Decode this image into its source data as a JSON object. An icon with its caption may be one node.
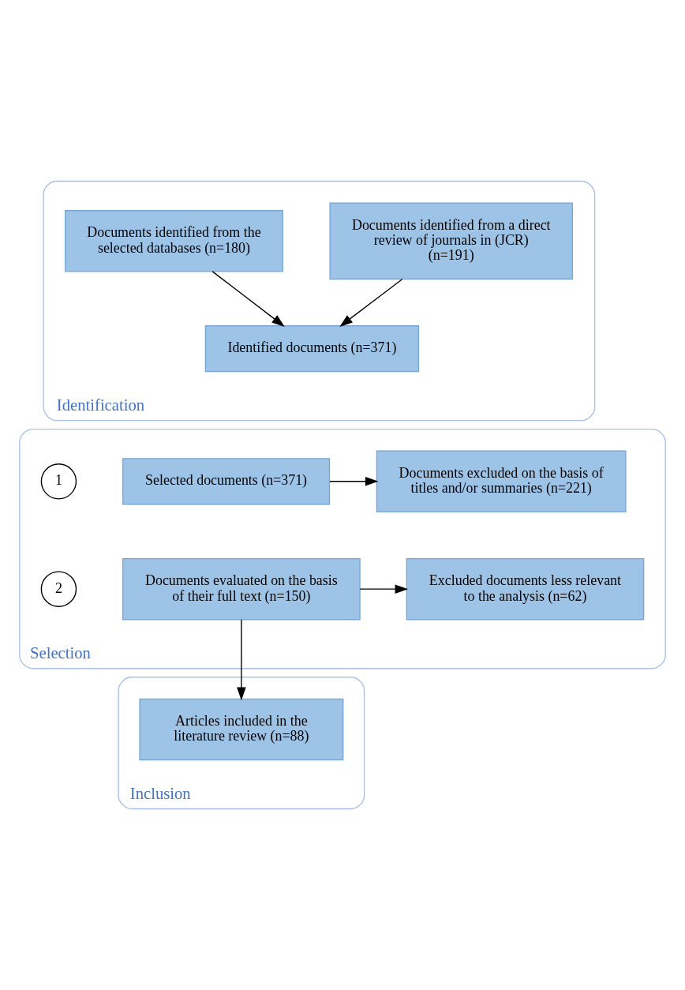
{
  "diagram": {
    "nodes": [
      {
        "text": [
          "Identification"
        ]
      },
      {
        "text": [
          "Documents identified from the selected databases (n=180)"
        ],
        "in": 0
      },
      {
        "text": [
          "Documents identified from a direct review of journals in (JCR) (n=191)"
        ],
        "in": 0
      },
      {
        "text": [
          "Identified documents (n=371)"
        ],
        "in": 0
      },
      {
        "text": [
          "Selection"
        ]
      },
      {
        "text": [
          "1"
        ],
        "in": 4
      },
      {
        "text": [
          "Selected documents (n=371)"
        ],
        "in": 4
      },
      {
        "text": [
          "Documents excluded on the basis of titles and/or summaries (n=221)"
        ],
        "in": 4
      },
      {
        "text": [
          "2"
        ],
        "in": 4
      },
      {
        "text": [
          "Documents evaluated on the basis of their full text (n=150)"
        ],
        "in": 4
      },
      {
        "text": [
          "Excluded documents less relevant to the analysis (n=62)"
        ],
        "in": 4
      },
      {
        "text": [
          "Inclusion"
        ]
      },
      {
        "text": [
          "Articles included in the literature review (n=88)"
        ],
        "in": 11
      }
    ],
    "edges": [
      {
        "from": 1,
        "to": 3,
        "arrow": "to"
      },
      {
        "from": 2,
        "to": 3,
        "arrow": "to"
      },
      {
        "from": 6,
        "to": 7,
        "arrow": "to"
      },
      {
        "from": 9,
        "to": 10,
        "arrow": "to"
      },
      {
        "from": 9,
        "to": 12,
        "arrow": "to"
      }
    ]
  }
}
